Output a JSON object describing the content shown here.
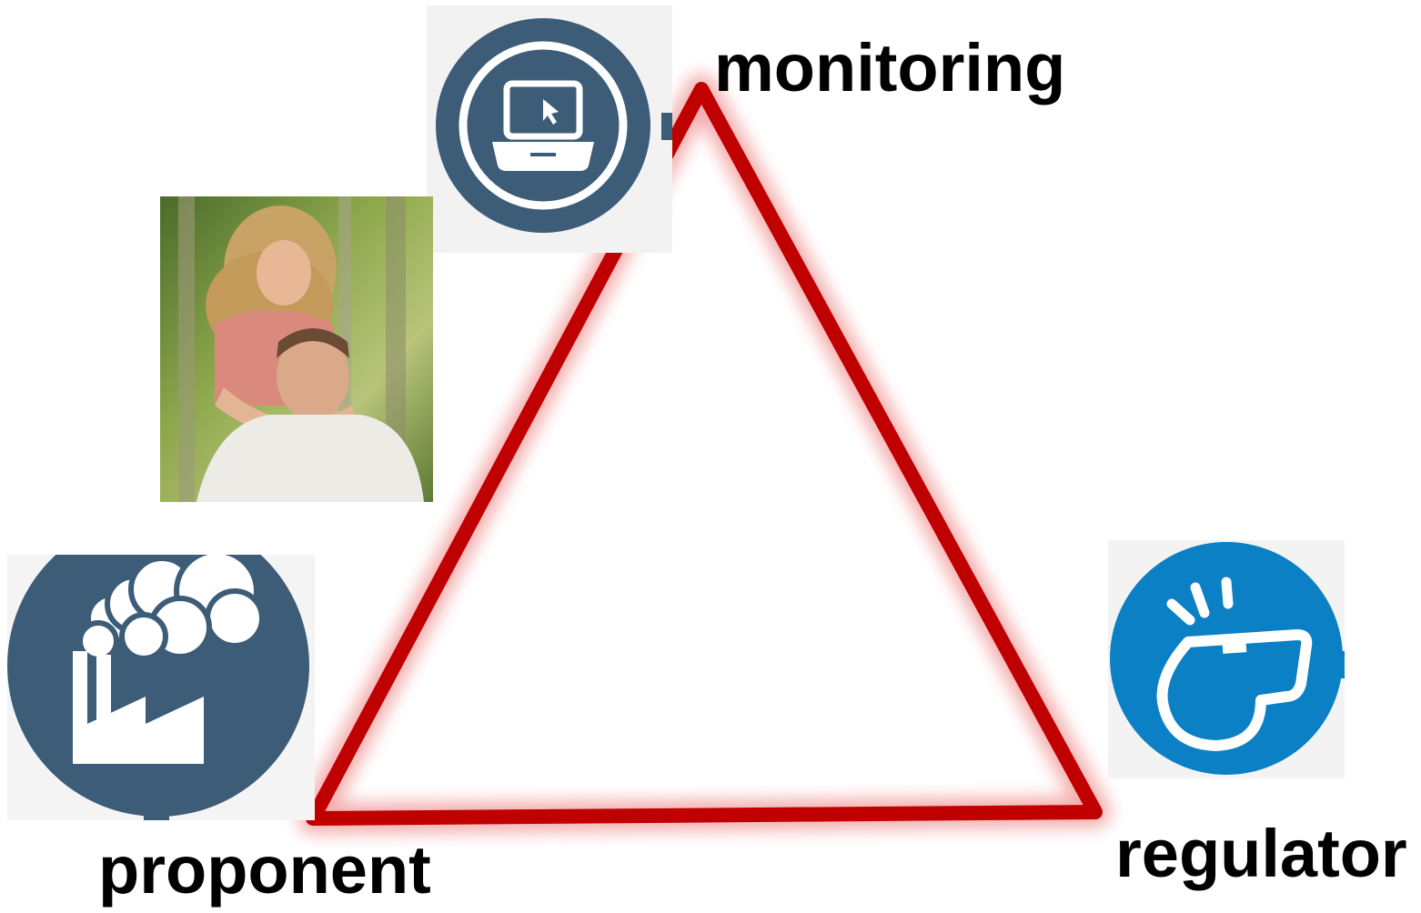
{
  "labels": {
    "monitoring": "monitoring",
    "regulator": "regulator",
    "proponent": "proponent"
  },
  "icons": {
    "monitoring": "laptop-cursor-icon",
    "regulator": "whistle-icon",
    "proponent": "factory-smoke-icon",
    "photo": "family-photo"
  },
  "colors": {
    "triangle_stroke": "#c00000",
    "triangle_glow": "#f4a6a6",
    "monitoring_circle": "#3d5c78",
    "proponent_circle": "#3d5c78",
    "regulator_circle": "#0b80c4",
    "label_text": "#000000"
  }
}
